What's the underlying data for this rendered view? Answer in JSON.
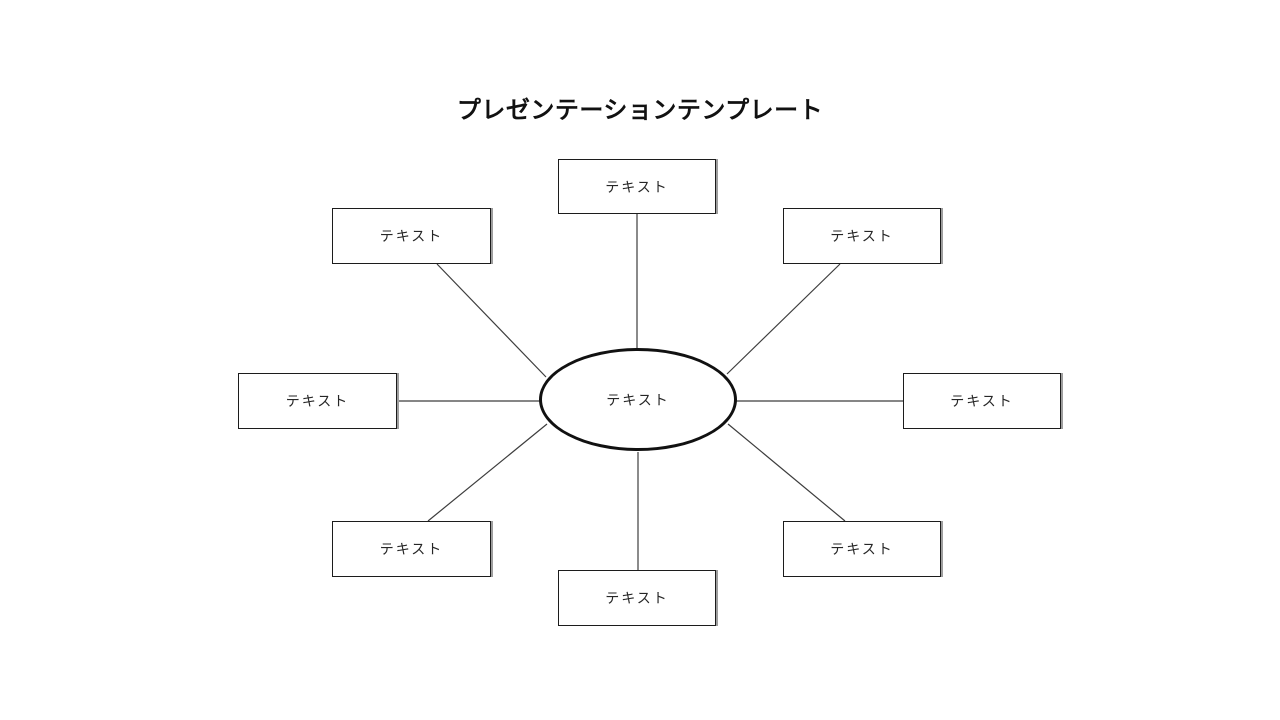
{
  "title": "プレゼンテーションテンプレート",
  "diagram": {
    "type": "radial-spider-diagram",
    "center": {
      "id": "center",
      "shape": "ellipse",
      "label": "テキスト"
    },
    "nodes": [
      {
        "id": "top",
        "shape": "rectangle",
        "label": "テキスト"
      },
      {
        "id": "top-left",
        "shape": "rectangle",
        "label": "テキスト"
      },
      {
        "id": "top-right",
        "shape": "rectangle",
        "label": "テキスト"
      },
      {
        "id": "left",
        "shape": "rectangle",
        "label": "テキスト"
      },
      {
        "id": "right",
        "shape": "rectangle",
        "label": "テキスト"
      },
      {
        "id": "bottom-left",
        "shape": "rectangle",
        "label": "テキスト"
      },
      {
        "id": "bottom-right",
        "shape": "rectangle",
        "label": "テキスト"
      },
      {
        "id": "bottom",
        "shape": "rectangle",
        "label": "テキスト"
      }
    ],
    "connections": [
      [
        "center",
        "top"
      ],
      [
        "center",
        "top-left"
      ],
      [
        "center",
        "top-right"
      ],
      [
        "center",
        "left"
      ],
      [
        "center",
        "right"
      ],
      [
        "center",
        "bottom-left"
      ],
      [
        "center",
        "bottom-right"
      ],
      [
        "center",
        "bottom"
      ]
    ]
  },
  "colors": {
    "background": "#ffffff",
    "box_border": "#1c1c1c",
    "box_right_shadow": "#9e9e9e",
    "connector_line": "#3d3d3d",
    "ellipse_border": "#111111",
    "text": "#262626",
    "title_text": "#111111"
  }
}
